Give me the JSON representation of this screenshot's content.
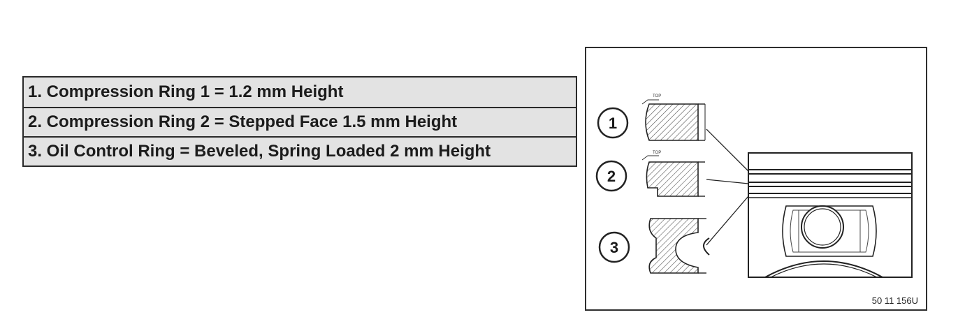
{
  "legend": {
    "items": [
      {
        "text": "1. Compression Ring 1 = 1.2 mm Height"
      },
      {
        "text": "2. Compression Ring 2 = Stepped Face 1.5 mm Height"
      },
      {
        "text": "3. Oil Control Ring = Beveled, Spring Loaded 2 mm Height"
      }
    ]
  },
  "figure": {
    "callouts": [
      "1",
      "2",
      "3"
    ],
    "top_marks": [
      "TOP",
      "TOP"
    ],
    "reference_code": "50 11 156U"
  }
}
